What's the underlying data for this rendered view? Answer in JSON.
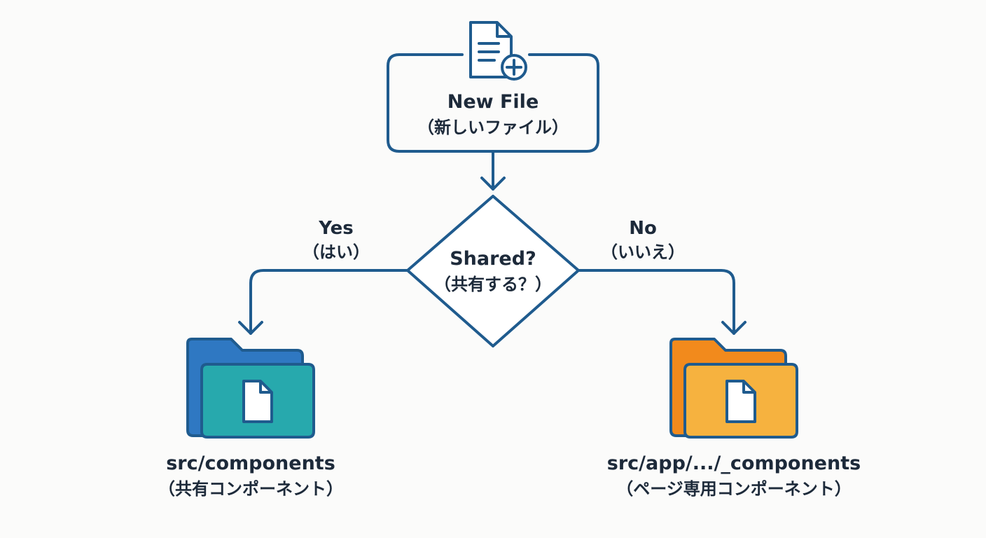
{
  "colors": {
    "line": "#1f5b8e",
    "text": "#1d2a3a",
    "background": "#fbfbfa",
    "shared_folder_back": "#2f78c2",
    "shared_folder_front": "#27a9ad",
    "page_folder_back": "#f28a1c",
    "page_folder_front": "#f6b23f"
  },
  "start": {
    "icon": "new-file-icon",
    "title": "New File",
    "subtitle": "（新しいファイル）"
  },
  "decision": {
    "title": "Shared?",
    "subtitle": "（共有する？）"
  },
  "branches": {
    "yes": {
      "label": "Yes",
      "sublabel": "（はい）",
      "icon": "shared-folder-icon",
      "path": "src/components",
      "description": "（共有コンポーネント）"
    },
    "no": {
      "label": "No",
      "sublabel": "（いいえ）",
      "icon": "page-folder-icon",
      "path": "src/app/.../_components",
      "description": "（ページ専用コンポーネント）"
    }
  }
}
